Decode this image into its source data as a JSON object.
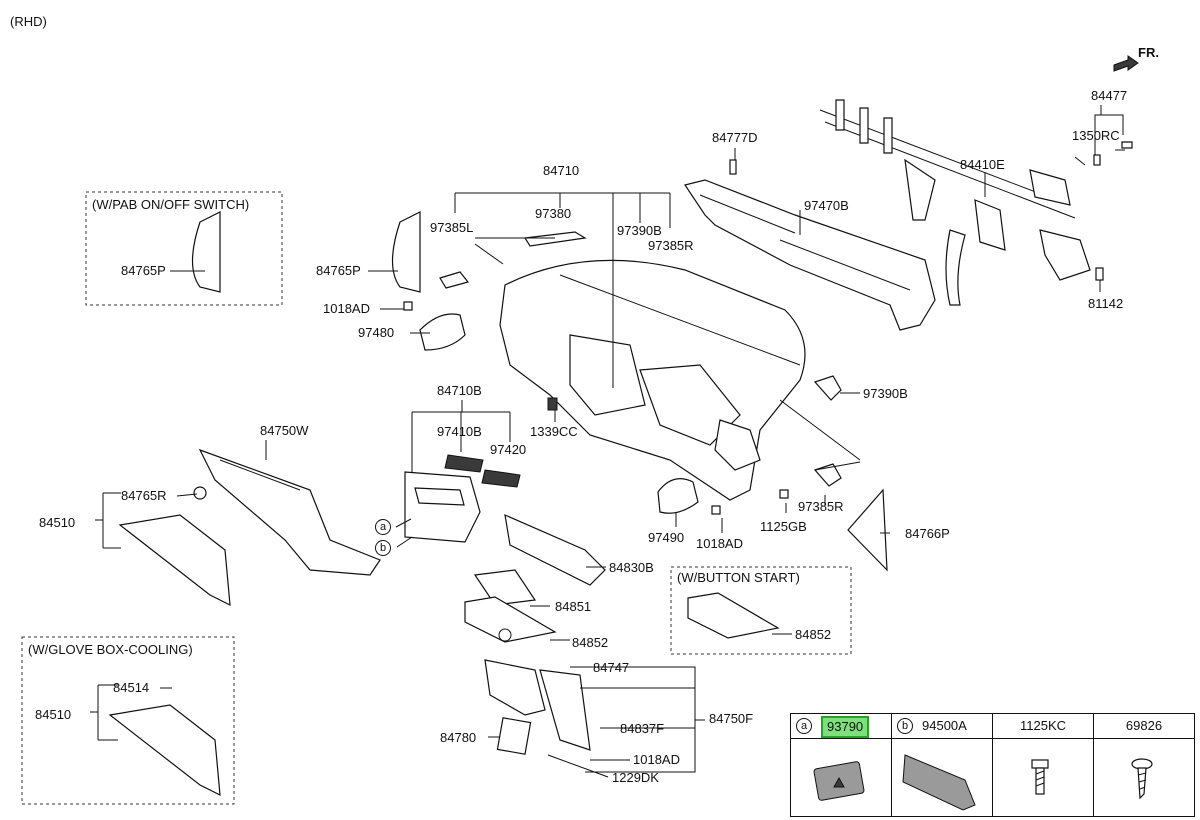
{
  "header": {
    "variant": "(RHD)",
    "front_indicator": "FR."
  },
  "notes": {
    "pab": "(W/PAB ON/OFF SWITCH)",
    "glove_cooling": "(W/GLOVE BOX-COOLING)",
    "button_start": "(W/BUTTON START)"
  },
  "callouts": {
    "a": "a",
    "b": "b"
  },
  "labels": {
    "p84477": "84477",
    "p1350RC": "1350RC",
    "p84410E": "84410E",
    "p81142": "81142",
    "p84777D": "84777D",
    "p97470B": "97470B",
    "p84710": "84710",
    "p97380": "97380",
    "p97385L": "97385L",
    "p97390B_top": "97390B",
    "p97385R_top": "97385R",
    "p84765P_box": "84765P",
    "p84765P": "84765P",
    "p1018AD_left": "1018AD",
    "p97480": "97480",
    "p84710B": "84710B",
    "p97410B": "97410B",
    "p97420": "97420",
    "p1339CC": "1339CC",
    "p97390B_right": "97390B",
    "p84750W": "84750W",
    "p84765R": "84765R",
    "p84510": "84510",
    "p97490": "97490",
    "p1018AD_mid": "1018AD",
    "p1125GB": "1125GB",
    "p97385R_right": "97385R",
    "p84766P": "84766P",
    "p84830B": "84830B",
    "p84851": "84851",
    "p84852": "84852",
    "p84852_bs": "84852",
    "p84514": "84514",
    "p84510_cool": "84510",
    "p84747": "84747",
    "p84837F": "84837F",
    "p84750F": "84750F",
    "p84780": "84780",
    "p1018AD_bottom": "1018AD",
    "p1229DK": "1229DK"
  },
  "legend": {
    "a_mark": "a",
    "a_part": "93790",
    "b_mark": "b",
    "b_part": "94500A",
    "c_part": "1125KC",
    "d_part": "69826"
  },
  "colors": {
    "highlight": "#7de07d",
    "highlight_border": "#2aa02a",
    "line": "#111111"
  }
}
